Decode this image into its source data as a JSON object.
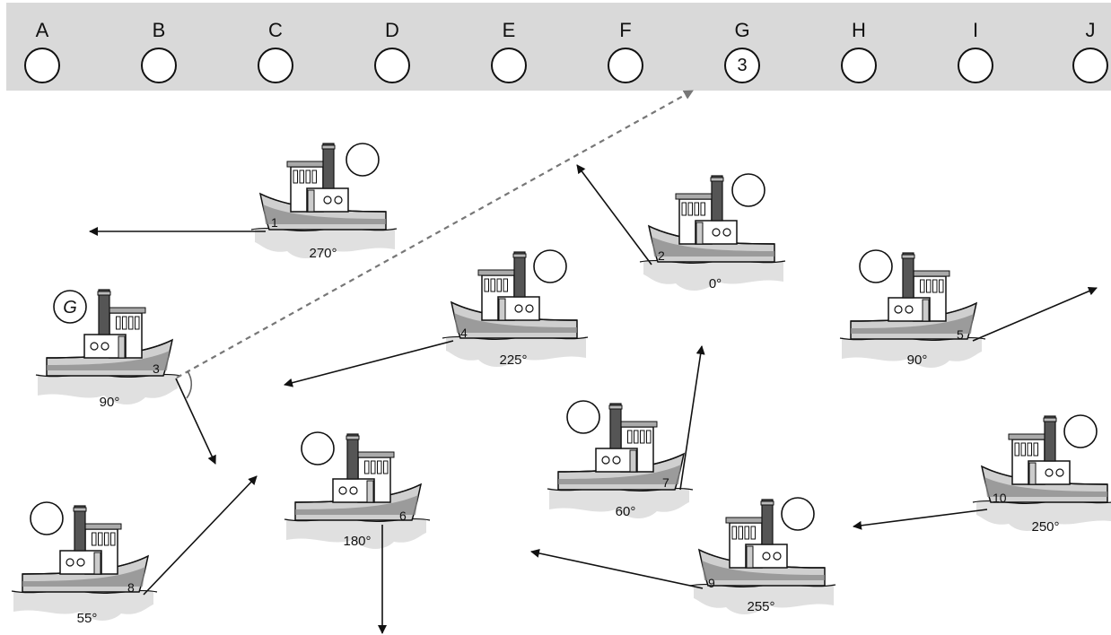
{
  "answer_bar": {
    "slots": [
      {
        "letter": "A",
        "value": ""
      },
      {
        "letter": "B",
        "value": ""
      },
      {
        "letter": "C",
        "value": ""
      },
      {
        "letter": "D",
        "value": ""
      },
      {
        "letter": "E",
        "value": ""
      },
      {
        "letter": "F",
        "value": ""
      },
      {
        "letter": "G",
        "value": "3"
      },
      {
        "letter": "H",
        "value": ""
      },
      {
        "letter": "I",
        "value": ""
      },
      {
        "letter": "J",
        "value": ""
      }
    ]
  },
  "ships": [
    {
      "number": "1",
      "heading": "270°",
      "facing": "left",
      "circle_text": ""
    },
    {
      "number": "2",
      "heading": "0°",
      "facing": "left",
      "circle_text": ""
    },
    {
      "number": "3",
      "heading": "90°",
      "facing": "right",
      "circle_text": "G"
    },
    {
      "number": "4",
      "heading": "225°",
      "facing": "left",
      "circle_text": ""
    },
    {
      "number": "5",
      "heading": "90°",
      "facing": "right",
      "circle_text": ""
    },
    {
      "number": "6",
      "heading": "180°",
      "facing": "right",
      "circle_text": ""
    },
    {
      "number": "7",
      "heading": "60°",
      "facing": "right",
      "circle_text": ""
    },
    {
      "number": "8",
      "heading": "55°",
      "facing": "right",
      "circle_text": ""
    },
    {
      "number": "9",
      "heading": "255°",
      "facing": "left",
      "circle_text": ""
    },
    {
      "number": "10",
      "heading": "250°",
      "facing": "left",
      "circle_text": ""
    }
  ],
  "colors": {
    "bar": "#d9d9d9",
    "hull": "#cfcfcf",
    "hull_stripe": "#8a8a8a",
    "funnel": "#555555",
    "water": "#e0e0e0",
    "dashed_arrow": "#777777"
  }
}
